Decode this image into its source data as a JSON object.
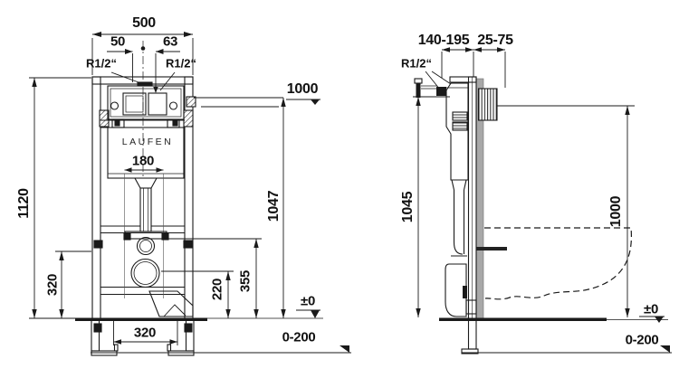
{
  "drawing": {
    "left_view": {
      "total_width": "500",
      "offset_left": "50",
      "offset_right": "63",
      "connection_left": "R1/2“",
      "connection_right": "R1/2“",
      "total_height": "1120",
      "supply_level": "1000",
      "supply_height": "1047",
      "flush_opening_width": "180",
      "inlet_height": "320",
      "bend_height": "355",
      "outlet_height": "220",
      "anchor_spacing": "320",
      "floor_level": "±0",
      "floor_adjust_range": "0-200",
      "brand": "LAUFEN"
    },
    "right_view": {
      "frame_depth_range": "140-195",
      "rod_projection_range": "25-75",
      "connection": "R1/2“",
      "frame_height": "1045",
      "supply_level": "1000",
      "floor_level": "±0",
      "floor_adjust_range": "0-200"
    },
    "colors": {
      "line": "#1a1a1a",
      "wall_fill": "#a8a8a8",
      "background": "#ffffff"
    }
  }
}
